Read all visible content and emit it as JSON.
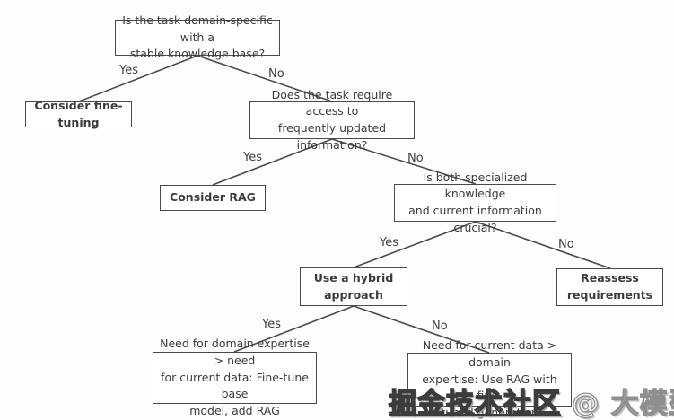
{
  "diagram": {
    "nodes": {
      "q1": {
        "text": "Is the task domain-specific with a\nstable knowledge base?"
      },
      "fine_tuning": {
        "text": "Consider fine-tuning"
      },
      "q2": {
        "text": "Does the task require access to\nfrequently updated information?"
      },
      "rag": {
        "text": "Consider RAG"
      },
      "q3": {
        "text": "Is both specialized knowledge\nand current information crucial?"
      },
      "hybrid": {
        "text": "Use a hybrid\napproach"
      },
      "reassess": {
        "text": "Reassess\nrequirements"
      },
      "domain_priority": {
        "text": "Need for domain expertise > need\nfor current data: Fine-tune base\nmodel, add RAG"
      },
      "current_priority": {
        "text": "Need for current data > domain\nexpertise: Use RAG with fine-\ntuned generation"
      }
    },
    "labels": {
      "yes": "Yes",
      "no": "No"
    },
    "colors": {
      "border": "#4a4a4a",
      "text": "#3b3b3b",
      "line": "#4a4a4a",
      "background": "#fdfdfd"
    }
  },
  "watermark": {
    "left": "掘金技术社区",
    "right": "@ 大模型教程"
  }
}
